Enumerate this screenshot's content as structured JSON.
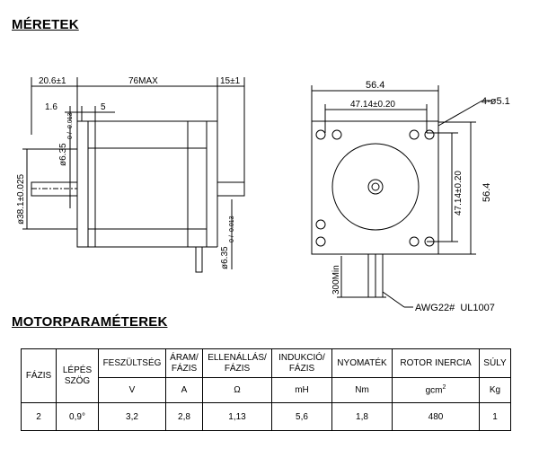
{
  "headings": {
    "dimensions": "MÉRETEK",
    "parameters": "MOTORPARAMÉTEREK"
  },
  "drawing": {
    "side": {
      "d1": "20.6±1",
      "length": "76MAX",
      "d3": "15±1",
      "d4": "1.6",
      "d5": "5",
      "shaft_front": "ø6.35",
      "shaft_front_tol": "0 / -0.013",
      "pilot": "ø38.1±0.025",
      "shaft_rear": "ø6.35",
      "shaft_rear_tol": "0 / -0.013"
    },
    "front": {
      "width": "56.4",
      "hole_spacing_h": "47.14±0.20",
      "holes": "4-ø5.1",
      "hole_spacing_v": "47.14±0.20",
      "height": "56.4",
      "lead_length": "300Min",
      "wire": "AWG22#  UL1007"
    }
  },
  "table": {
    "headers": [
      "FÁZIS",
      "LÉPÉS\nSZÖG",
      "FESZÜLTSÉG",
      "ÁRAM/\nFÁZIS",
      "ELLENÁLLÁS/\nFÁZIS",
      "INDUKCIÓ/\nFÁZIS",
      "NYOMATÉK",
      "ROTOR INERCIA",
      "SÚLY"
    ],
    "units": [
      "V",
      "A",
      "Ω",
      "mH",
      "Nm",
      "gcm",
      "Kg"
    ],
    "inertia_unit_sup": "2",
    "values": [
      "2",
      "0,9°",
      "3,2",
      "2,8",
      "1,13",
      "5,6",
      "1,8",
      "480",
      "1"
    ]
  }
}
